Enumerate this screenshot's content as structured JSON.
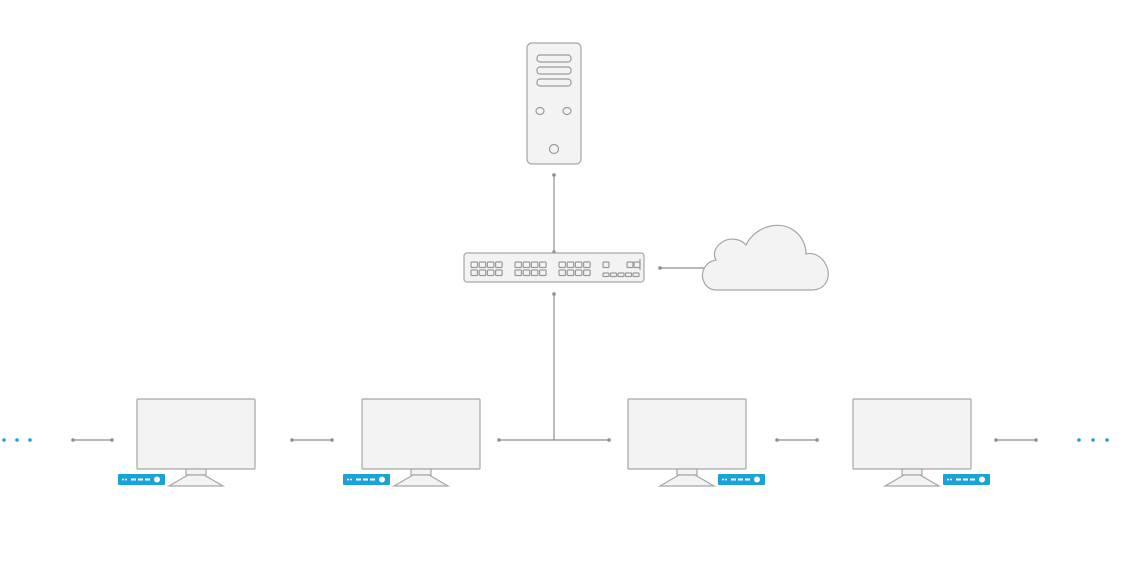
{
  "diagram": {
    "type": "network-topology",
    "nodes": [
      {
        "id": "server",
        "icon": "server-tower-icon"
      },
      {
        "id": "switch",
        "icon": "network-switch-icon"
      },
      {
        "id": "internet",
        "icon": "cloud-icon"
      },
      {
        "id": "workstation-1",
        "icon": "monitor-icon",
        "device": "thin-client-icon"
      },
      {
        "id": "workstation-2",
        "icon": "monitor-icon",
        "device": "thin-client-icon"
      },
      {
        "id": "workstation-3",
        "icon": "monitor-icon",
        "device": "thin-client-icon"
      },
      {
        "id": "workstation-4",
        "icon": "monitor-icon",
        "device": "thin-client-icon"
      }
    ],
    "edges": [
      {
        "from": "server",
        "to": "switch"
      },
      {
        "from": "switch",
        "to": "internet"
      },
      {
        "from": "switch",
        "to": "workstation-bus"
      },
      {
        "from": "workstation-1",
        "to": "workstation-2"
      },
      {
        "from": "workstation-3",
        "to": "workstation-4"
      }
    ],
    "continuation": {
      "left": true,
      "right": true
    },
    "colors": {
      "line": "#8e8e8e",
      "device_outline": "#a6a6a6",
      "device_fill": "#f3f3f3",
      "accent": "#1aa3d9"
    }
  }
}
